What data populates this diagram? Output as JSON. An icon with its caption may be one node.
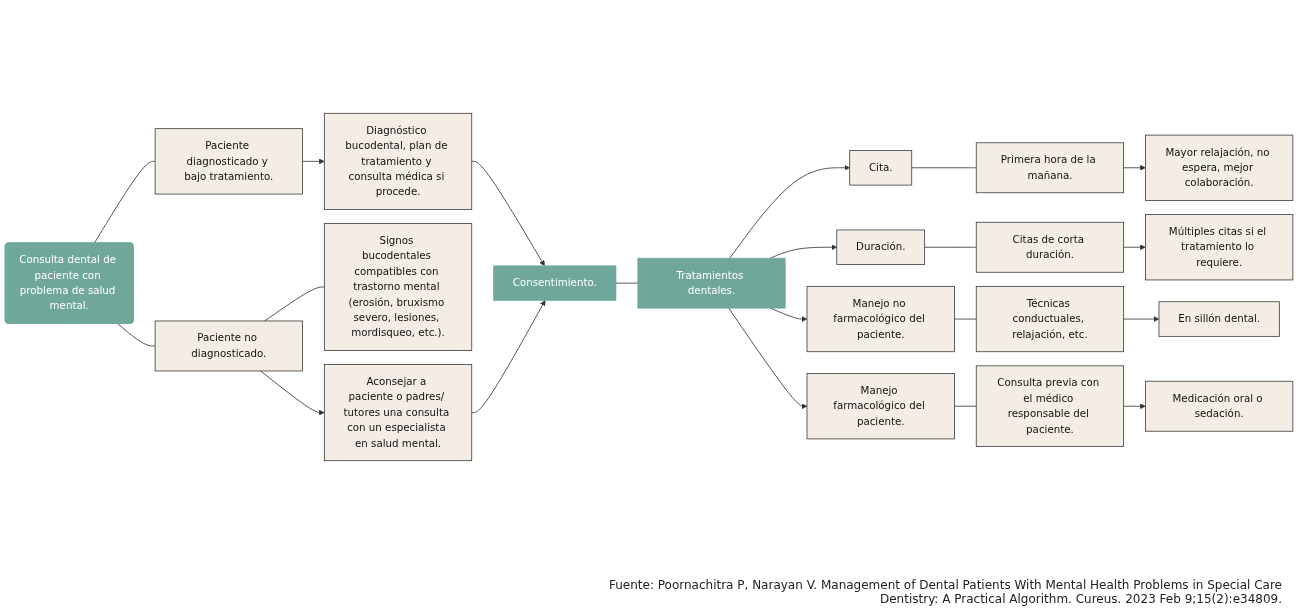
{
  "diagram": {
    "caption": "Fuente: Poornachitra P, Narayan V. Management of Dental Patients With Mental Health Problems in Special Care Dentistry: A Practical Algorithm. Cureus. 2023 Feb 9;15(2):e34809.",
    "nodes": [
      {
        "text": [
          "Consulta dental de paciente con problema de salud mental."
        ]
      },
      {
        "text": [
          "Paciente diagnosticado y bajo tratamiento."
        ]
      },
      {
        "text": [
          "Diagnóstico bucodental, plan de tratamiento y consulta médica si procede."
        ]
      },
      {
        "text": [
          "Paciente no diagnosticado."
        ]
      },
      {
        "text": [
          "Signos bucodentales compatibles con trastorno mental (erosión, bruxismo severo, lesiones, mordisqueo, etc.)."
        ]
      },
      {
        "text": [
          "Aconsejar a paciente o padres/ tutores una consulta con un especialista en salud mental."
        ]
      },
      {
        "text": [
          "Consentimiento."
        ]
      },
      {
        "text": [
          "Tratamientos dentales."
        ]
      },
      {
        "text": [
          "Cita."
        ]
      },
      {
        "text": [
          "Primera hora de la mañana."
        ]
      },
      {
        "text": [
          "Mayor relajación, no espera, mejor colaboración."
        ]
      },
      {
        "text": [
          "Duración."
        ]
      },
      {
        "text": [
          "Citas de corta duración."
        ]
      },
      {
        "text": [
          "Múltiples citas si el tratamiento lo requiere."
        ]
      },
      {
        "text": [
          "Manejo no farmacológico del paciente."
        ]
      },
      {
        "text": [
          "Técnicas conductuales, relajación, etc."
        ]
      },
      {
        "text": [
          "En sillón dental."
        ]
      },
      {
        "text": [
          "Manejo farmacológico del paciente."
        ]
      },
      {
        "text": [
          "Consulta previa con el médico responsable del paciente."
        ]
      },
      {
        "text": [
          "Medicación oral o sedación."
        ]
      }
    ],
    "edges": [
      {
        "from": 0,
        "to": 1,
        "arrow": "none"
      },
      {
        "from": 0,
        "to": 3,
        "arrow": "none"
      },
      {
        "from": 1,
        "to": 2,
        "arrow": "to"
      },
      {
        "from": 2,
        "to": 6,
        "arrow": "to"
      },
      {
        "from": 3,
        "to": 5,
        "arrow": "to"
      },
      {
        "from": 3,
        "to": 4,
        "arrow": "none"
      },
      {
        "from": 5,
        "to": 6,
        "arrow": "to"
      },
      {
        "from": 6,
        "to": 7,
        "arrow": "none"
      },
      {
        "from": 7,
        "to": 8,
        "arrow": "to"
      },
      {
        "from": 7,
        "to": 11,
        "arrow": "to"
      },
      {
        "from": 7,
        "to": 14,
        "arrow": "to"
      },
      {
        "from": 7,
        "to": 17,
        "arrow": "to"
      },
      {
        "from": 8,
        "to": 9,
        "arrow": "none"
      },
      {
        "from": 9,
        "to": 10,
        "arrow": "to"
      },
      {
        "from": 11,
        "to": 12,
        "arrow": "none"
      },
      {
        "from": 12,
        "to": 13,
        "arrow": "to"
      },
      {
        "from": 14,
        "to": 15,
        "arrow": "none"
      },
      {
        "from": 15,
        "to": 16,
        "arrow": "to"
      },
      {
        "from": 17,
        "to": 18,
        "arrow": "none"
      },
      {
        "from": 18,
        "to": 19,
        "arrow": "to"
      }
    ]
  }
}
